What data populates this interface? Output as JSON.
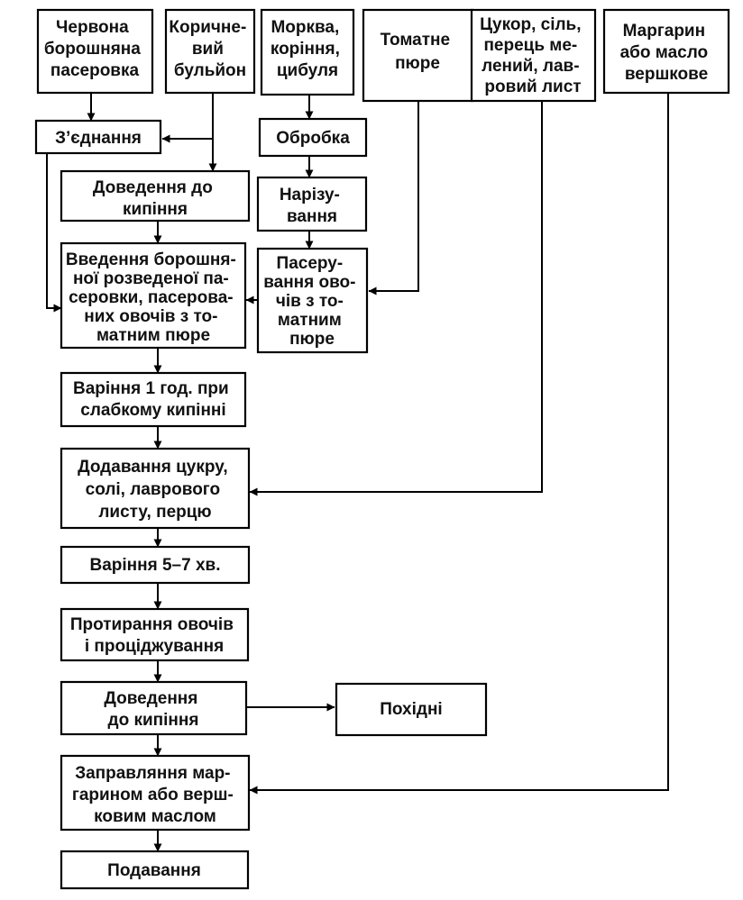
{
  "diagram": {
    "nodes": {
      "red_roux": [
        "Червона",
        "борошняна",
        "пасеровка"
      ],
      "brown_broth": [
        "Коричне-",
        "вий",
        "бульйон"
      ],
      "carrot": [
        "Морква,",
        "коріння,",
        "цибуля"
      ],
      "tomato": [
        "Томатне",
        "пюре"
      ],
      "sugar": [
        "Цукор, сіль,",
        "перець ме-",
        "лений, лав-",
        "ровий лист"
      ],
      "margarine": [
        "Маргарин",
        "або масло",
        "вершкове"
      ],
      "join": [
        "З’єднання"
      ],
      "processing": [
        "Обробка"
      ],
      "cutting": [
        "Нарізу-",
        "вання"
      ],
      "boil": [
        "Доведення до",
        "кипіння"
      ],
      "saute": [
        "Пасеру-",
        "вання ово-",
        "чів з то-",
        "матним",
        "пюре"
      ],
      "intro": [
        "Введення борошня-",
        "ної розведеної па-",
        "серовки, пасерова-",
        "них овочів з то-",
        "матним пюре"
      ],
      "cook1h": [
        "Варіння 1 год. при",
        "слабкому кипінні"
      ],
      "add": [
        "Додавання цукру,",
        "солі, лаврового",
        "листу, перцю"
      ],
      "cook5": [
        "Варіння 5–7 хв."
      ],
      "rub": [
        "Протирання овочів",
        "і проціджування"
      ],
      "boil2": [
        "Доведення",
        "до кипіння"
      ],
      "derived": [
        "Похідні"
      ],
      "dress": [
        "Заправляння мар-",
        "гарином або верш-",
        "ковим маслом"
      ],
      "serve": [
        "Подавання"
      ]
    }
  }
}
